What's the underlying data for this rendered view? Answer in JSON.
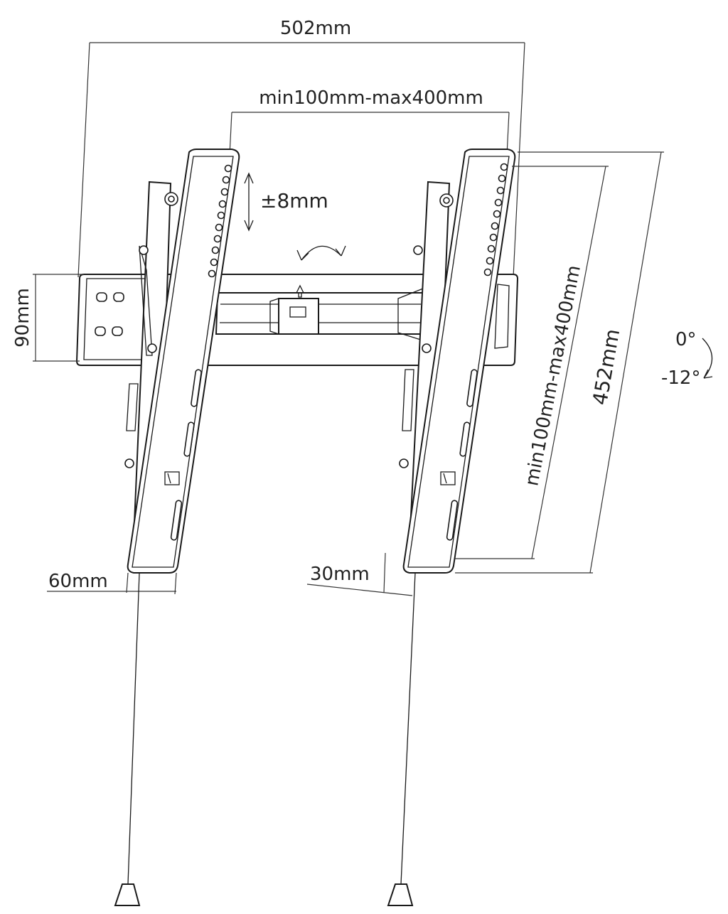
{
  "dimensions": {
    "overall_width": "502mm",
    "vesa_horizontal": "min100mm-max400mm",
    "vertical_adjust": "±8mm",
    "plate_height": "90mm",
    "vesa_vertical": "min100mm-max400mm",
    "arm_length": "452mm",
    "depth_upright": "60mm",
    "depth_tilted": "30mm"
  },
  "tilt": {
    "upper": "0°",
    "lower": "-12°"
  },
  "colors": {
    "line": "#1a1a1a",
    "text": "#222222",
    "background": "#ffffff"
  },
  "icons": [
    "up-arrow-icon",
    "rotate-arrow-icon",
    "tilt-arrow-icon",
    "double-arrow-icon"
  ]
}
